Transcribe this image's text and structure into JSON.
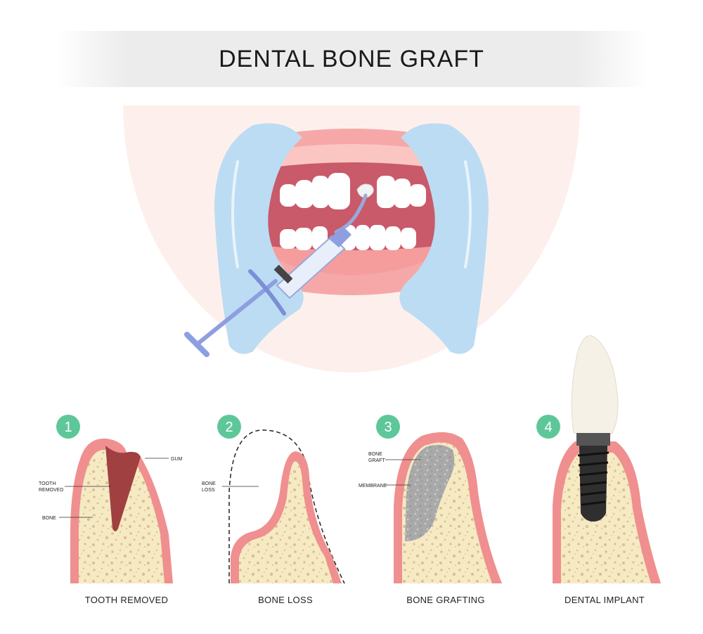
{
  "title": "DENTAL BONE GRAFT",
  "stages": [
    {
      "number": "1",
      "caption": "TOOTH REMOVED"
    },
    {
      "number": "2",
      "caption": "BONE LOSS"
    },
    {
      "number": "3",
      "caption": "BONE GRAFTING"
    },
    {
      "number": "4",
      "caption": "DENTAL IMPLANT"
    }
  ],
  "labels": {
    "gum": "GUM",
    "tooth_removed_1": "TOOTH",
    "tooth_removed_2": "REMOVED",
    "bone": "BONE",
    "bone_loss_1": "BONE",
    "bone_loss_2": "LOSS",
    "bone_graft_1": "BONE",
    "bone_graft_2": "GRAFT",
    "membrane": "MEMBRANE"
  },
  "colors": {
    "stage_badge": "#5ec79a",
    "gum": "#f08f8f",
    "bone": "#f6eac3",
    "bone_dots": "#d9bf9a",
    "socket": "#a04040",
    "graft": "#a9a9a9",
    "retractor": "#bcdcf3",
    "mouth": "#c85a6a",
    "lips": "#f6a8a8"
  }
}
